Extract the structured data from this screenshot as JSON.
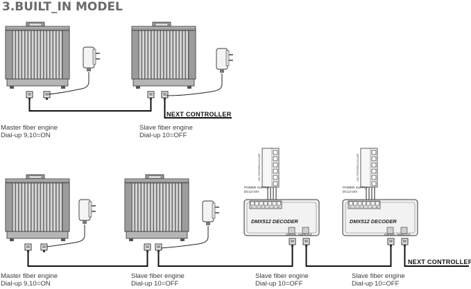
{
  "title": "3.BUILT_IN MODEL",
  "next_controller": "NEXT CONTROLLER",
  "top_row": {
    "master": {
      "name": "Master fiber engine",
      "dial": "Dial-up  9,10=ON"
    },
    "slave": {
      "name": "Slave fiber engine",
      "dial": "Dial-up  10=OFF"
    }
  },
  "bottom_row": {
    "master": {
      "name": "Master fiber engine",
      "dial": "Dial-up  9,10=ON"
    },
    "slave": {
      "name": "Slave fiber engine",
      "dial": "Dial-up  10=OFF"
    },
    "decoder_1": {
      "name": "Slave fiber engine",
      "dial": "Dial-up  10=OFF"
    },
    "decoder_2": {
      "name": "Slave fiber engine",
      "dial": "Dial-up  10=OFF"
    }
  },
  "decoder": {
    "label": "DMX512 DECODER",
    "power_supply": "POWER SUPPLY",
    "power_voltage_1": "DC12-24V",
    "power_voltage_2": "DC12-24V",
    "terminals": [
      "V-",
      "V+",
      "V+",
      "R",
      "G",
      "B",
      "W"
    ],
    "dmx_in": "DMXIN",
    "dmx_out": "DMXOUT",
    "strip_label": "LED STRIP/MODULE/LAMP"
  }
}
